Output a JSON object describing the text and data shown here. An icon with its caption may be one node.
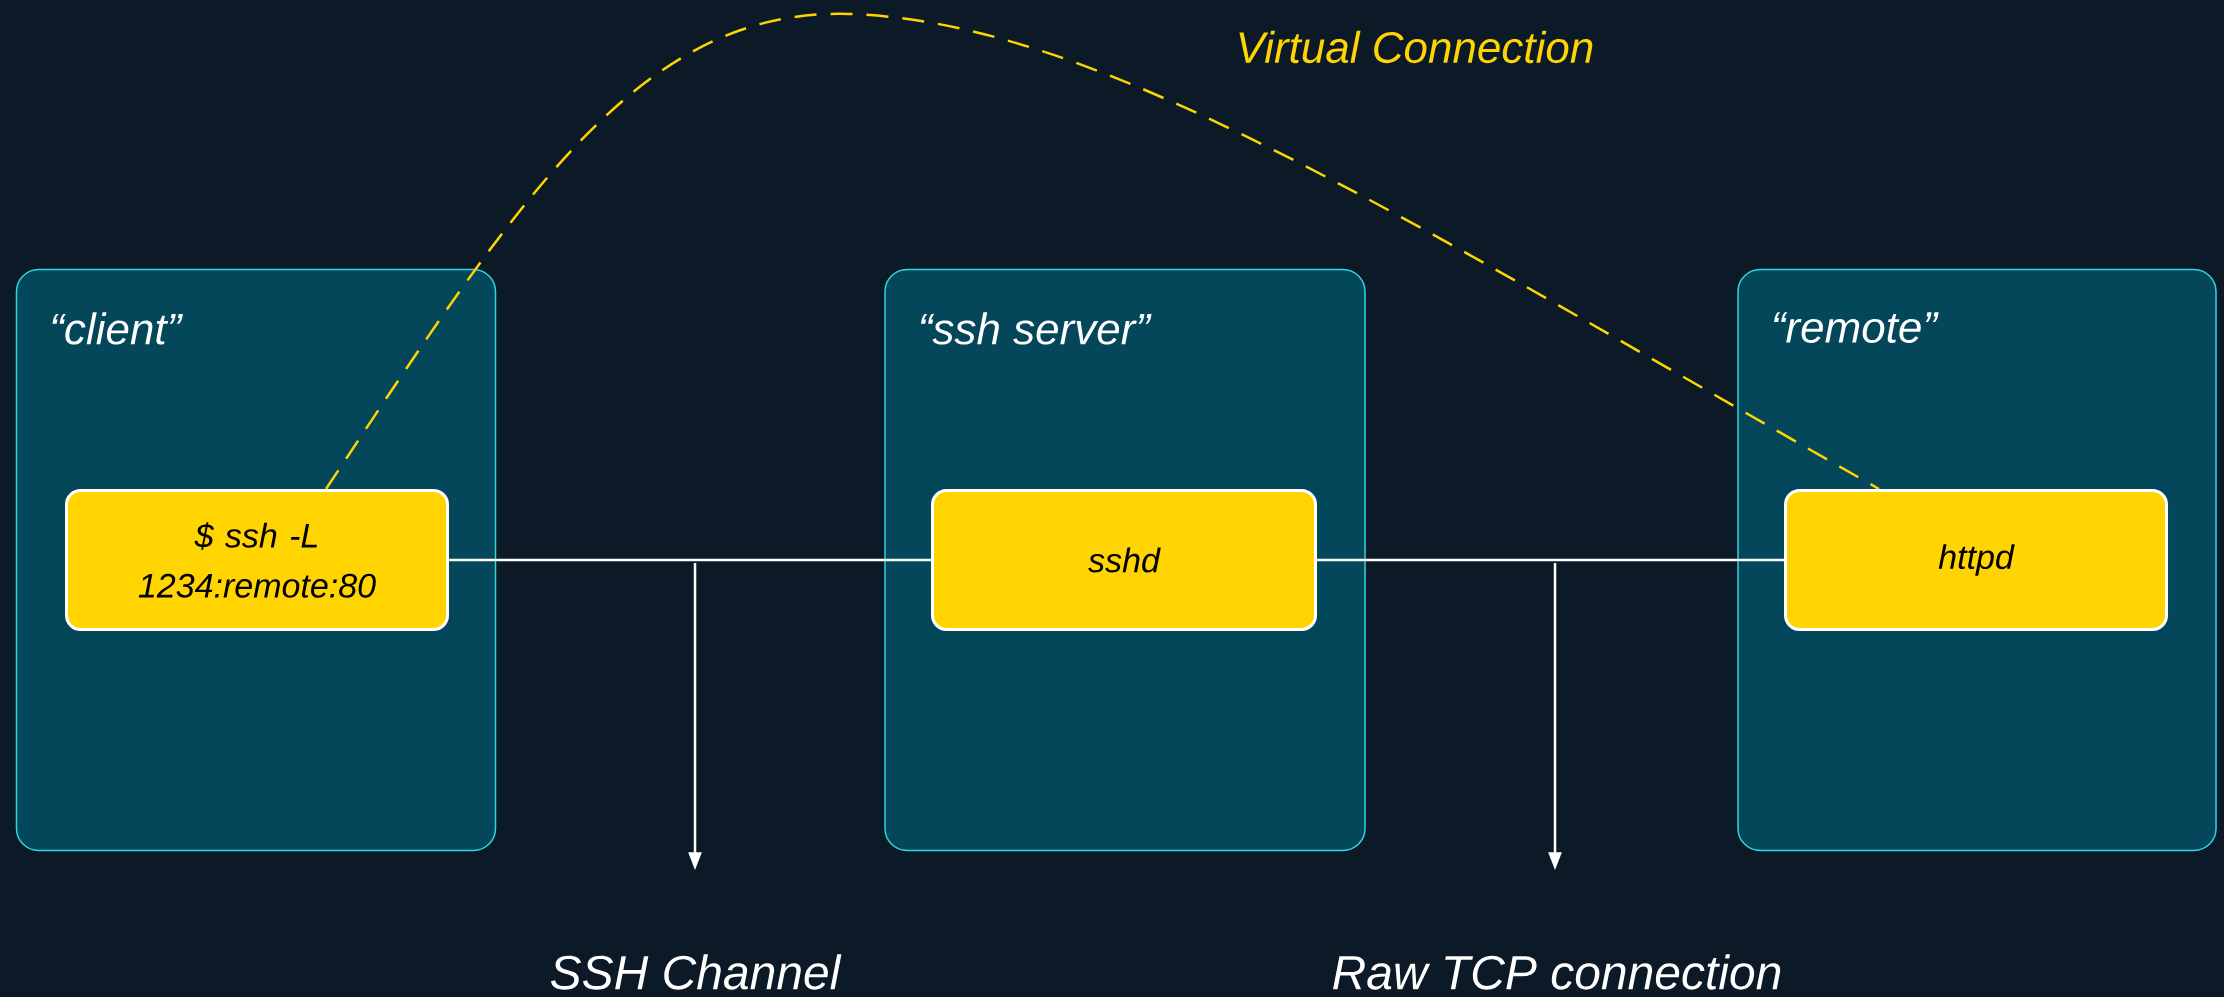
{
  "diagram": {
    "nodes": [
      {
        "text": [
          "“client”"
        ]
      },
      {
        "text": [
          "$ ssh -L 1234:remote:80"
        ],
        "in": 0
      },
      {
        "text": [
          "“ssh server”"
        ]
      },
      {
        "text": [
          "sshd"
        ],
        "in": 2
      },
      {
        "text": [
          "“remote”"
        ]
      },
      {
        "text": [
          "httpd"
        ],
        "in": 4
      },
      {
        "text": [
          "SSH Channel"
        ]
      },
      {
        "text": [
          "Raw TCP connection"
        ]
      }
    ],
    "edges": [
      {
        "from": 1,
        "to": 3,
        "arrow": "none"
      },
      {
        "from": 3,
        "to": 5,
        "arrow": "none"
      },
      {
        "from": null,
        "to": 6,
        "arrow": "to"
      },
      {
        "from": null,
        "to": 7,
        "arrow": "to"
      },
      {
        "from": 1,
        "to": 5,
        "arrow": "none",
        "style": "dashed",
        "color": "#ffd400",
        "label": "Virtual Connection"
      }
    ]
  }
}
